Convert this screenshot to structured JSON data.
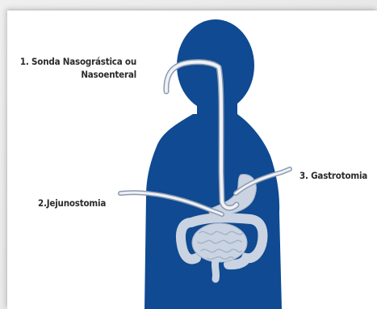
{
  "labels": {
    "nasal_line1": "1. Sonda Nasográstica ou",
    "nasal_line2": "Nasoenteral",
    "gastrostomy": "3. Gastrotomia",
    "jejunostomy": "2.Jejunostomia"
  },
  "colors": {
    "silhouette": "#0f4a92",
    "organs": "#c9d3e2",
    "tube_fill": "#eef1f6",
    "tube_stroke": "#8c9ab0",
    "label_text": "#2b2b2b",
    "background": "#ffffff"
  }
}
